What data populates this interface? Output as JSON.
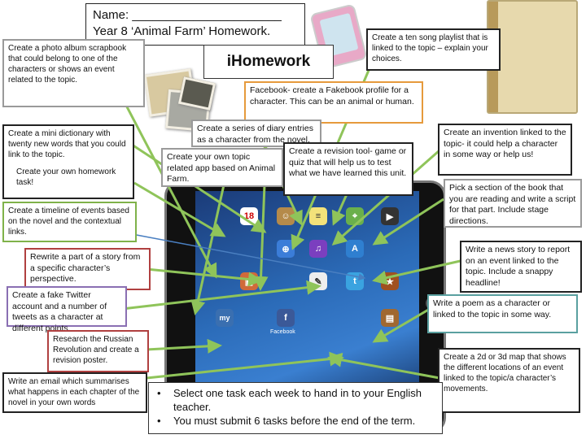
{
  "header": {
    "name_line": "Name: ______________________",
    "title": "Year 8 ‘Animal Farm’ Homework.",
    "ihomework": "iHomework"
  },
  "tasks": {
    "photo_album": "Create a photo album scrapbook that could belong to one of the characters or shows an event related to the topic.",
    "mini_dictionary": "Create a mini dictionary with twenty new words that you could link to the topic.",
    "own_homework": "Create your own homework task!",
    "timeline": "Create a timeline of events based on the novel and the contextual links.",
    "rewrite_story": "Rewrite a part of a story from a specific character’s perspective.",
    "twitter": "Create a fake Twitter account and a number of tweets as a character at different points.",
    "russian_revolution": "Research the Russian Revolution and create a revision poster.",
    "email_summary": "Write an email which summarises what happens in each chapter of the novel in your own words",
    "song_playlist": "Create a ten song playlist that is linked to the topic – explain your choices.",
    "facebook": "Facebook- create a Fakebook profile for a character. This can be an animal or human.",
    "diary": "Create a series of diary entries as a character from the novel.",
    "own_app": "Create your own topic related app based on Animal Farm.",
    "revision_tool": "Create a revision tool- game or quiz that will help us to test what we have learned this unit.",
    "invention": "Create an invention linked to the topic- it could help a character in some way or help us!",
    "script": "Pick a section of the book that you are reading and write a script for that part. Include stage directions.",
    "news_story": "Write a news story to report on an event linked to the topic. Include a snappy headline!",
    "poem": "Write a poem as a character or linked to the topic in some way.",
    "map": "Create a 2d or 3d map that shows the different locations of an event linked to the topic/a character’s movements."
  },
  "instructions": [
    "Select one task each week to hand in to your English teacher.",
    "You must submit 6 tasks before the end of the term."
  ],
  "tablet": {
    "calendar_day": "18",
    "facebook_label": "Facebook"
  },
  "colors": {
    "green_arrow": "#8fc45a",
    "blue_arrow": "#4a7fc1",
    "grey_border": "#9a9a9a",
    "green_border": "#7fb24a",
    "orange_border": "#e69a3c",
    "pink_border": "#d98fb0",
    "purple_border": "#8a6fb3",
    "red_border": "#b04040",
    "teal_border": "#5aa0a0",
    "black_border": "#222222"
  }
}
